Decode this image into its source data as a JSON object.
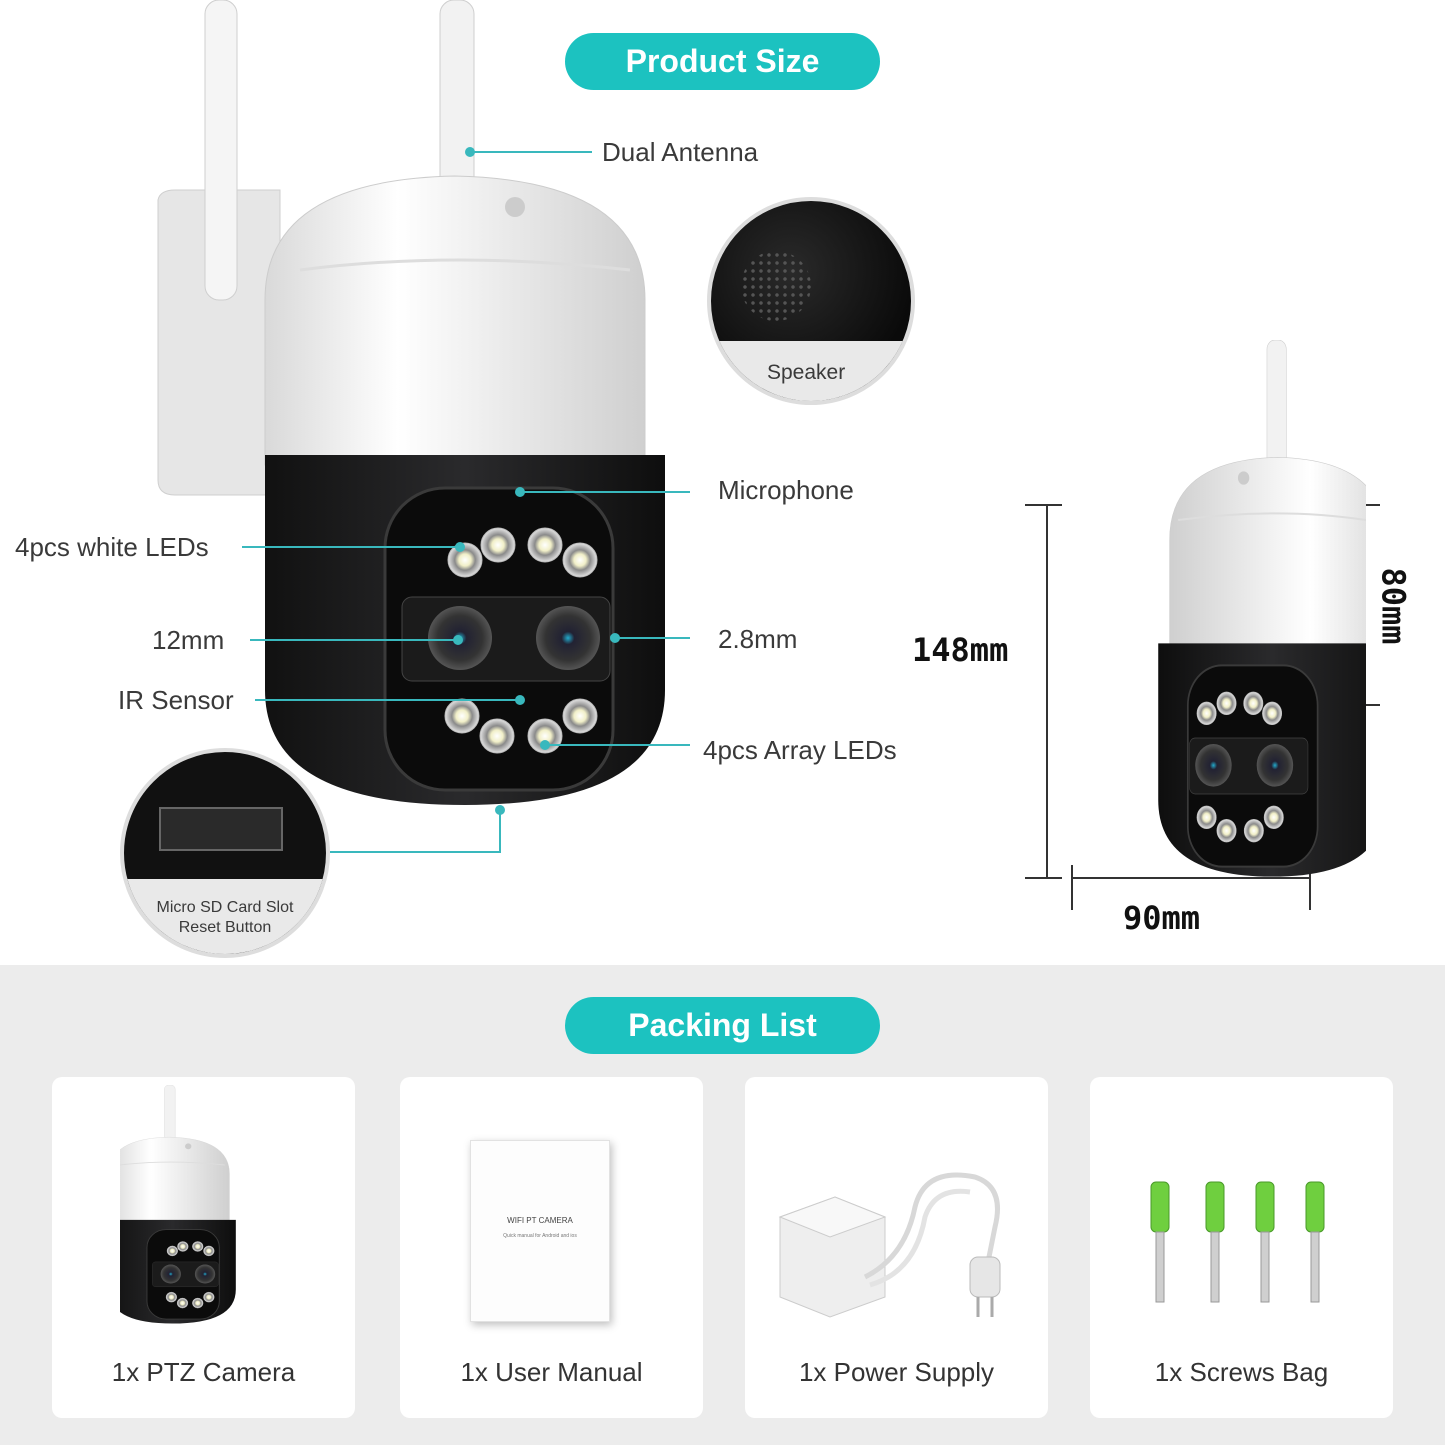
{
  "product_size": {
    "title": "Product Size",
    "callouts": {
      "dual_antenna": "Dual Antenna",
      "speaker": "Speaker",
      "microphone": "Microphone",
      "white_leds": "4pcs white LEDs",
      "lens_12mm": "12mm",
      "lens_2_8mm": "2.8mm",
      "ir_sensor": "IR Sensor",
      "array_leds": "4pcs Array LEDs",
      "sd_slot": "Micro SD Card Slot",
      "reset_button": "Reset Button"
    },
    "dimensions": {
      "height": "148mm",
      "dome_height": "80mm",
      "width": "90mm"
    }
  },
  "packing_list": {
    "title": "Packing List",
    "items": [
      {
        "label": "1x PTZ Camera"
      },
      {
        "label": "1x User Manual"
      },
      {
        "label": "1x Power Supply"
      },
      {
        "label": "1x Screws Bag"
      }
    ],
    "manual_cover": {
      "title": "WIFI PT CAMERA",
      "subtitle": "Quick manual for Android and ios"
    }
  },
  "colors": {
    "accent": "#1cc2c0",
    "background_bottom": "#ececec",
    "camera_body": "#1d1d1f"
  }
}
